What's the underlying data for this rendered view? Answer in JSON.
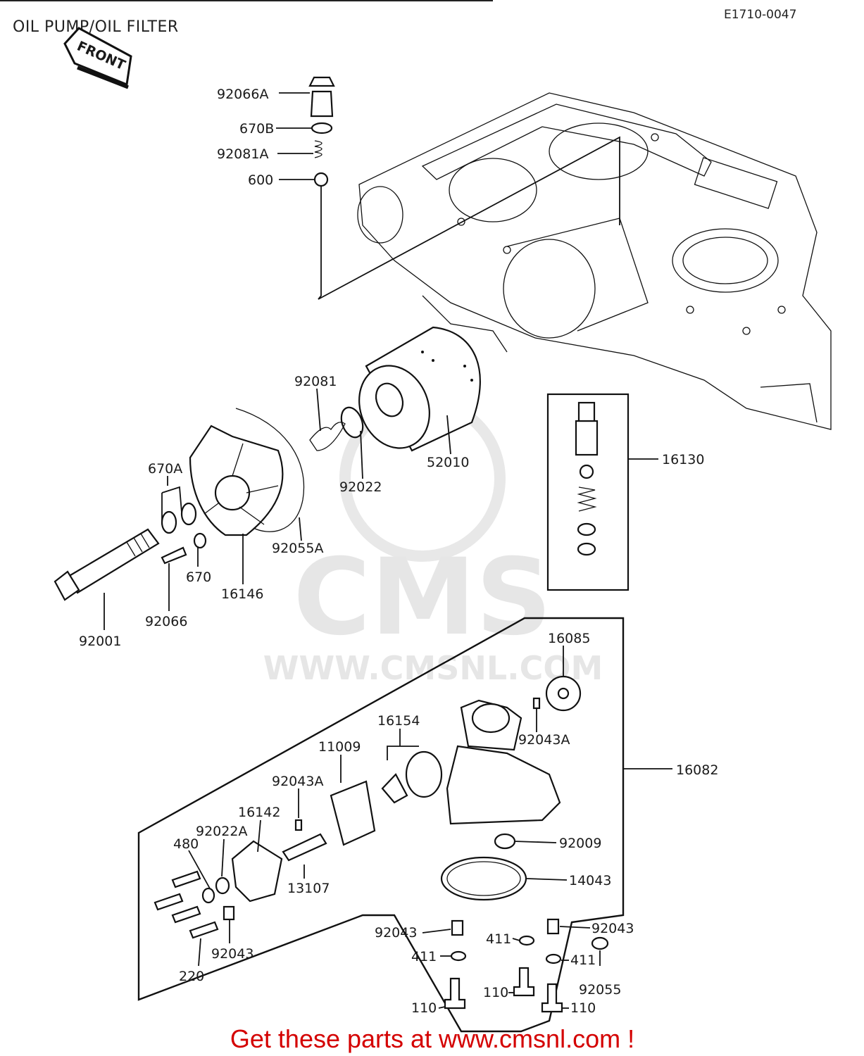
{
  "title": "OIL PUMP/OIL FILTER",
  "diagram_code": "E1710-0047",
  "front_label": "FRONT",
  "watermark": {
    "brand": "CMS",
    "url": "WWW.CMSNL.COM"
  },
  "footer": "Get these parts at www.cmsnl.com !",
  "callouts": [
    {
      "id": "p92066A",
      "text": "92066A"
    },
    {
      "id": "p670B",
      "text": "670B"
    },
    {
      "id": "p92081A",
      "text": "92081A"
    },
    {
      "id": "p600",
      "text": "600"
    },
    {
      "id": "p92081",
      "text": "92081"
    },
    {
      "id": "p52010",
      "text": "52010"
    },
    {
      "id": "p92022",
      "text": "92022"
    },
    {
      "id": "p670A",
      "text": "670A"
    },
    {
      "id": "p92055A",
      "text": "92055A"
    },
    {
      "id": "p670",
      "text": "670"
    },
    {
      "id": "p16146",
      "text": "16146"
    },
    {
      "id": "p92066",
      "text": "92066"
    },
    {
      "id": "p92001",
      "text": "92001"
    },
    {
      "id": "p16130",
      "text": "16130"
    },
    {
      "id": "p16085",
      "text": "16085"
    },
    {
      "id": "p92043A_top",
      "text": "92043A"
    },
    {
      "id": "p16154",
      "text": "16154"
    },
    {
      "id": "p11009",
      "text": "11009"
    },
    {
      "id": "p16082",
      "text": "16082"
    },
    {
      "id": "p92043A_mid",
      "text": "92043A"
    },
    {
      "id": "p16142",
      "text": "16142"
    },
    {
      "id": "p92022A",
      "text": "92022A"
    },
    {
      "id": "p480",
      "text": "480"
    },
    {
      "id": "p92009",
      "text": "92009"
    },
    {
      "id": "p14043",
      "text": "14043"
    },
    {
      "id": "p13107",
      "text": "13107"
    },
    {
      "id": "p92043_left",
      "text": "92043"
    },
    {
      "id": "p220",
      "text": "220"
    },
    {
      "id": "p92043_mid",
      "text": "92043"
    },
    {
      "id": "p92043_right",
      "text": "92043"
    },
    {
      "id": "p411_a",
      "text": "411"
    },
    {
      "id": "p411_b",
      "text": "411"
    },
    {
      "id": "p411_c",
      "text": "411"
    },
    {
      "id": "p92055",
      "text": "92055"
    },
    {
      "id": "p110_a",
      "text": "110"
    },
    {
      "id": "p110_b",
      "text": "110"
    },
    {
      "id": "p110_c",
      "text": "110"
    }
  ]
}
